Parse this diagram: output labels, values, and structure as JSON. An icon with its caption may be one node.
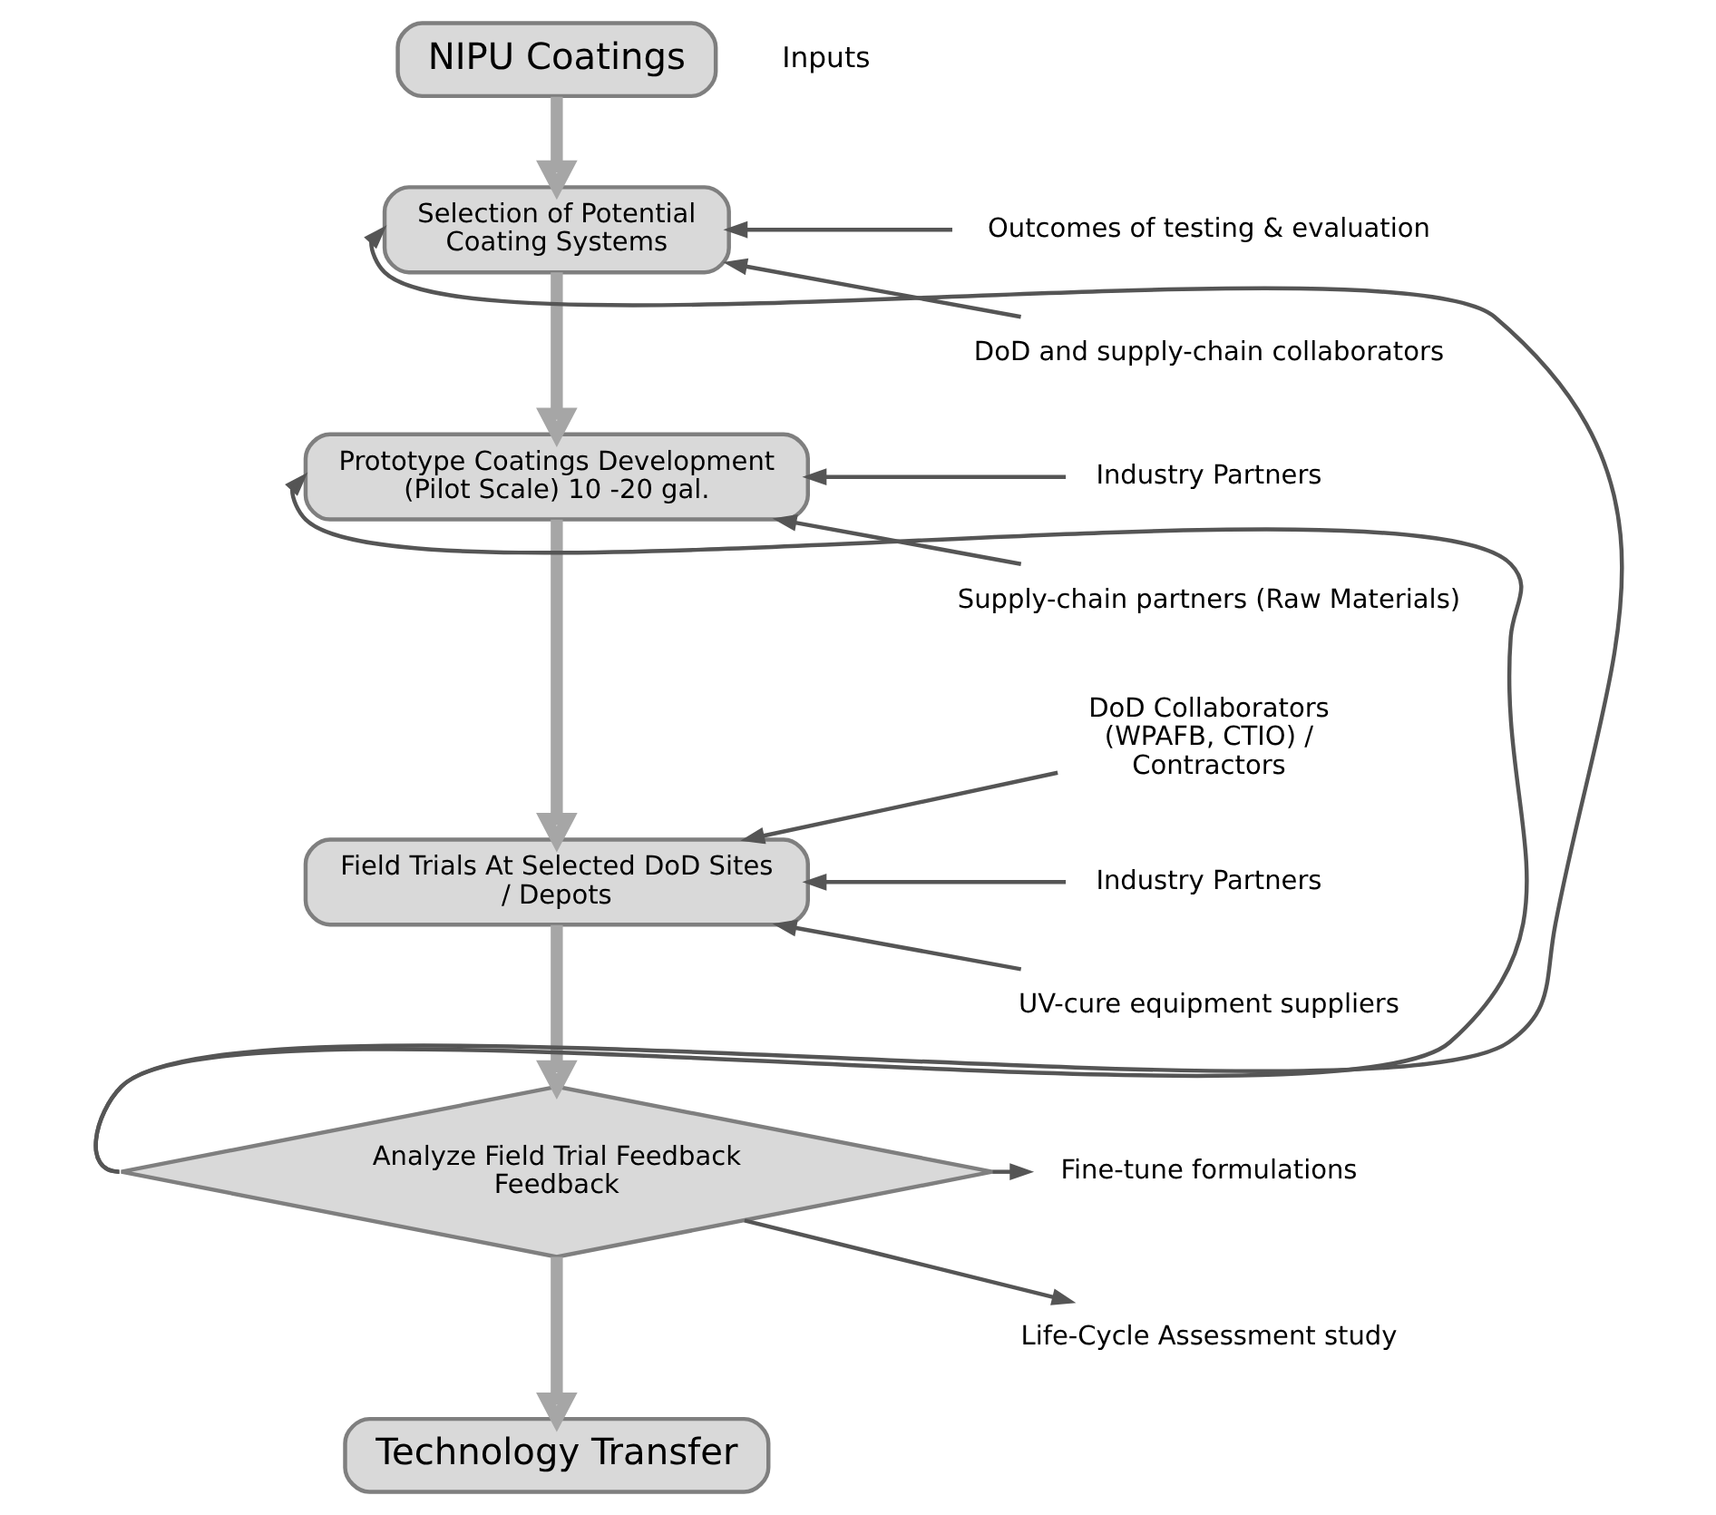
{
  "diagram": {
    "nodes": [
      {
        "text": [
          "NIPU Coatings"
        ]
      },
      {
        "text": [
          "Selection of Potential Coating Systems"
        ]
      },
      {
        "text": [
          "Prototype Coatings Development (Pilot Scale) 10 -20 gal."
        ]
      },
      {
        "text": [
          "Field Trials At Selected DoD Sites / Depots"
        ]
      },
      {
        "text": [
          "Analyze Field Trial Feedback Feedback"
        ]
      },
      {
        "text": [
          "Technology Transfer"
        ]
      },
      {
        "text": [
          "Outcomes of testing & evaluation"
        ]
      },
      {
        "text": [
          "DoD and supply-chain collaborators"
        ]
      },
      {
        "text": [
          "Industry Partners"
        ]
      },
      {
        "text": [
          "Supply-chain partners (Raw Materials)"
        ]
      },
      {
        "text": [
          "DoD Collaborators (WPAFB, CTIO) / Contractors"
        ]
      },
      {
        "text": [
          "Industry Partners"
        ]
      },
      {
        "text": [
          "UV-cure equipment suppliers"
        ]
      },
      {
        "text": [
          "Fine-tune formulations"
        ]
      },
      {
        "text": [
          "Life-Cycle Assessment study"
        ]
      }
    ],
    "edges": [
      {
        "from": 0,
        "to": 1,
        "arrow": "to",
        "style": "thick"
      },
      {
        "from": 1,
        "to": 2,
        "arrow": "to",
        "style": "thick"
      },
      {
        "from": 2,
        "to": 3,
        "arrow": "to",
        "style": "thick"
      },
      {
        "from": 3,
        "to": 4,
        "arrow": "to",
        "style": "thick"
      },
      {
        "from": 4,
        "to": 5,
        "arrow": "to",
        "style": "thick"
      },
      {
        "from": 6,
        "to": 1,
        "arrow": "to"
      },
      {
        "from": 7,
        "to": 1,
        "arrow": "to"
      },
      {
        "from": 8,
        "to": 2,
        "arrow": "to"
      },
      {
        "from": 9,
        "to": 2,
        "arrow": "to"
      },
      {
        "from": 10,
        "to": 3,
        "arrow": "to"
      },
      {
        "from": 11,
        "to": 3,
        "arrow": "to"
      },
      {
        "from": 12,
        "to": 3,
        "arrow": "to"
      },
      {
        "from": 4,
        "to": 13,
        "arrow": "to"
      },
      {
        "from": 4,
        "to": 14,
        "arrow": "to"
      },
      {
        "from": 4,
        "to": 1,
        "arrow": "to"
      },
      {
        "from": 4,
        "to": 2,
        "arrow": "to"
      }
    ],
    "labels": [
      "Inputs"
    ]
  }
}
